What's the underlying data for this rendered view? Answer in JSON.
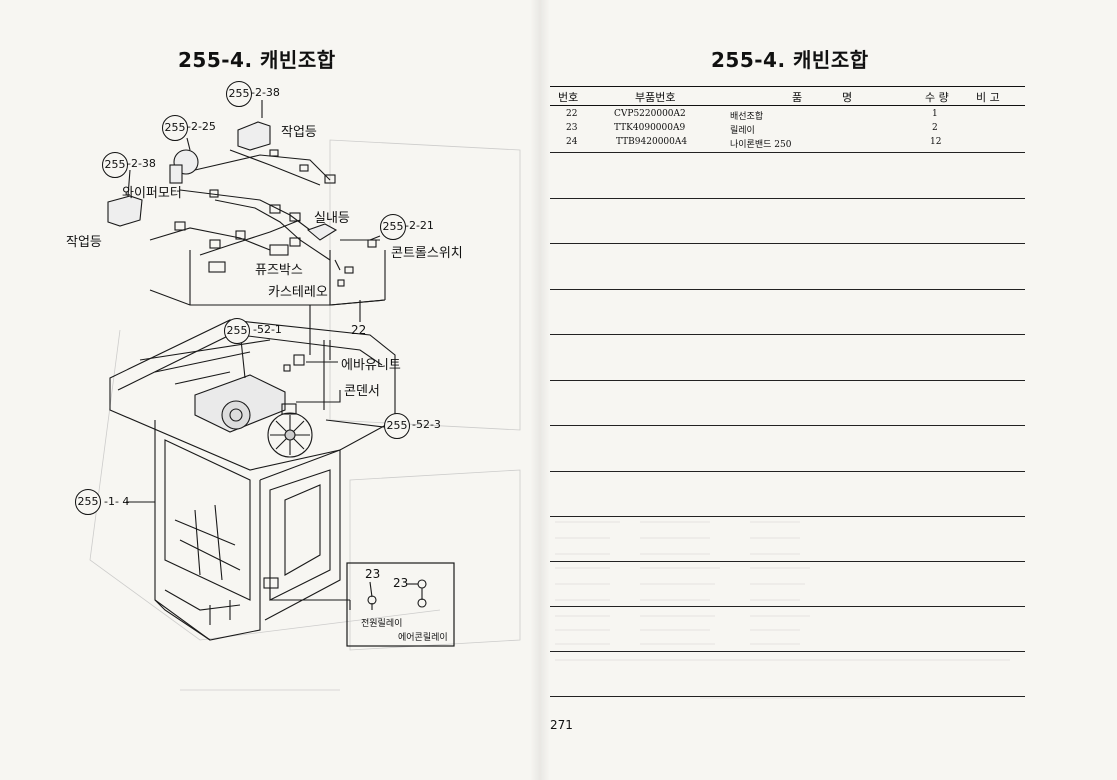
{
  "left_page": {
    "title": "255-4. 캐빈조합",
    "callouts": {
      "c1": "255",
      "c1_suffix": "-2-38",
      "c2": "255",
      "c2_suffix": "-2-25",
      "c3": "255",
      "c3_suffix": "-2-38",
      "c4": "255",
      "c4_suffix": "-2-21",
      "c5": "255",
      "c5_suffix": "-52-1",
      "c6": "255",
      "c6_suffix": "-52-3",
      "c7": "255",
      "c7_suffix": "-1- 4"
    },
    "labels": {
      "work_light_top": "작업등",
      "wiper_motor": "와이퍼모터",
      "work_light_left": "작업등",
      "room_light": "실내등",
      "control_switch": "콘트롤스위치",
      "fuse_box": "퓨즈박스",
      "car_stereo": "카스테레오",
      "num_22": "22",
      "eva_unit": "에바유니트",
      "condenser": "콘덴서",
      "num_23a": "23",
      "num_23b": "23",
      "power_relay": "전원릴레이",
      "aircon_relay": "에어콘릴레이"
    }
  },
  "right_page": {
    "title": "255-4. 캐빈조합",
    "headers": {
      "no": "번호",
      "part_no": "부품번호",
      "name_a": "품",
      "name_b": "명",
      "qty": "수 량",
      "remark": "비 고"
    },
    "rows": [
      {
        "no": "22",
        "part_no": "CVP5220000A2",
        "name": "배선조합",
        "qty": "1",
        "remark": ""
      },
      {
        "no": "23",
        "part_no": "TTK4090000A9",
        "name": "릴레이",
        "qty": "2",
        "remark": ""
      },
      {
        "no": "24",
        "part_no": "TTB9420000A4",
        "name": "나이론밴드 250",
        "qty": "12",
        "remark": ""
      }
    ],
    "page_number": "271"
  }
}
